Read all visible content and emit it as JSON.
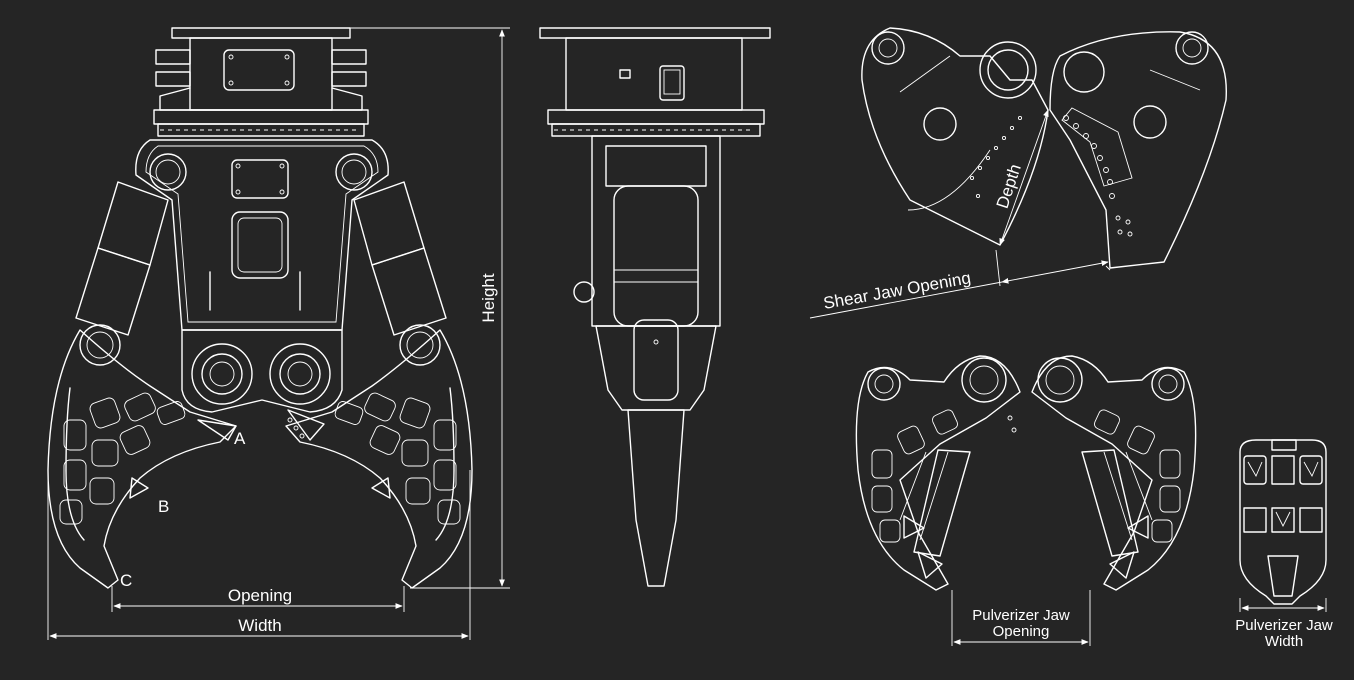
{
  "front_view": {
    "label_a": "A",
    "label_b": "B",
    "label_c": "C",
    "opening": "Opening",
    "width": "Width",
    "height": "Height"
  },
  "shear_jaw": {
    "depth": "Depth",
    "opening": "Shear Jaw Opening"
  },
  "pulverizer_jaw": {
    "opening_line1": "Pulverizer Jaw",
    "opening_line2": "Opening",
    "width_line1": "Pulverizer Jaw",
    "width_line2": "Width"
  },
  "colors": {
    "background": "#252525",
    "lines": "#ffffff"
  }
}
